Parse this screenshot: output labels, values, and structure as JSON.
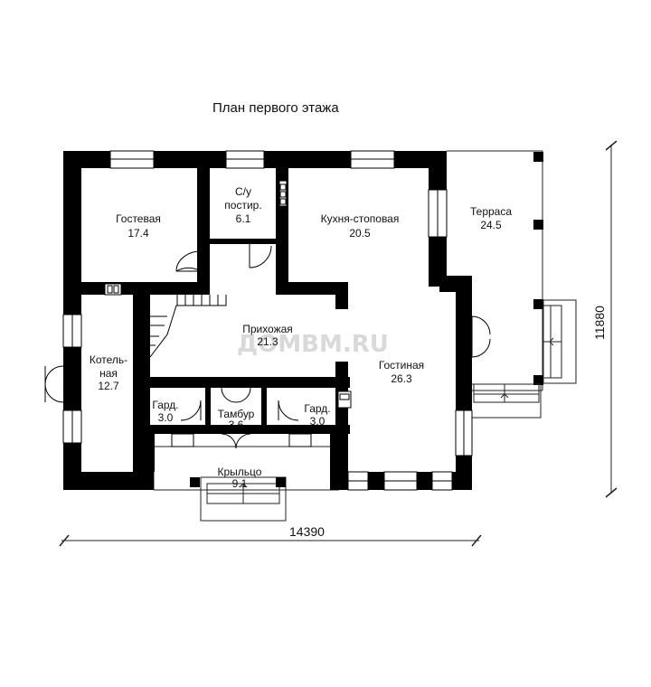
{
  "title": "План первого этажа",
  "watermark": "ДОМВМ.RU",
  "dimensions": {
    "width": "14390",
    "height": "11880"
  },
  "rooms": [
    {
      "key": "guest",
      "name": "Гостевая",
      "area": "17.4"
    },
    {
      "key": "wc",
      "name": "С/у",
      "area": "постир.",
      "area2": "6.1"
    },
    {
      "key": "kitchen",
      "name": "Кухня-стоповая",
      "area": "20.5"
    },
    {
      "key": "terrace",
      "name": "Терраса",
      "area": "24.5"
    },
    {
      "key": "hall",
      "name": "Прихожая",
      "area": "21.3"
    },
    {
      "key": "boiler",
      "name": "Котель-",
      "area": "ная",
      "area2": "12.7"
    },
    {
      "key": "living",
      "name": "Гостиная",
      "area": "26.3"
    },
    {
      "key": "ward1",
      "name": "Гард.",
      "area": "3.0"
    },
    {
      "key": "vest",
      "name": "Тамбур",
      "area": "3.6"
    },
    {
      "key": "ward2",
      "name": "Гард.",
      "area": "3.0"
    },
    {
      "key": "porch",
      "name": "Крыльцо",
      "area": "9.1"
    }
  ]
}
